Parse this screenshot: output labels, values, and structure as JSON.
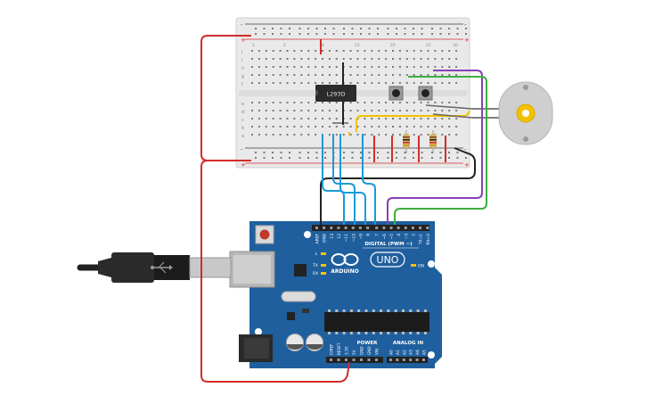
{
  "breadboard": {
    "col_numbers": [
      "1",
      "5",
      "10",
      "15",
      "20",
      "25",
      "30"
    ],
    "row_letters_top": [
      "j",
      "i",
      "h",
      "g",
      "f"
    ],
    "row_letters_bottom": [
      "e",
      "d",
      "c",
      "b",
      "a"
    ],
    "rail_plus": "+",
    "rail_minus": "-"
  },
  "chip": {
    "label": "L293D"
  },
  "arduino": {
    "brand_name": "ARDUINO",
    "model": "UNO",
    "digital_header": "DIGITAL (PWM ~)",
    "power_header": "POWER",
    "analog_header": "ANALOG IN",
    "led_l": "L",
    "led_tx": "TX",
    "led_rx": "RX",
    "on_label": "ON",
    "digital_pins": [
      "AREF",
      "GND",
      "13",
      "12",
      "~11",
      "~10",
      "~9",
      "8",
      "7",
      "~6",
      "~5",
      "4",
      "~3",
      "2",
      "TX→1",
      "RX←0"
    ],
    "power_pins": [
      "IOREF",
      "RESET",
      "3.3V",
      "5V",
      "GND",
      "GND",
      "VIN"
    ],
    "analog_pins": [
      "A0",
      "A1",
      "A2",
      "A3",
      "A4",
      "A5"
    ]
  },
  "colors": {
    "wire_red": "#d42b2b",
    "wire_black": "#222222",
    "wire_blue": "#1a9bd7",
    "wire_green": "#3fae3f",
    "wire_purple": "#8a3fb8",
    "wire_yellow": "#f2c200",
    "board_blue": "#1f5f9e",
    "breadboard": "#e9e9e9"
  }
}
